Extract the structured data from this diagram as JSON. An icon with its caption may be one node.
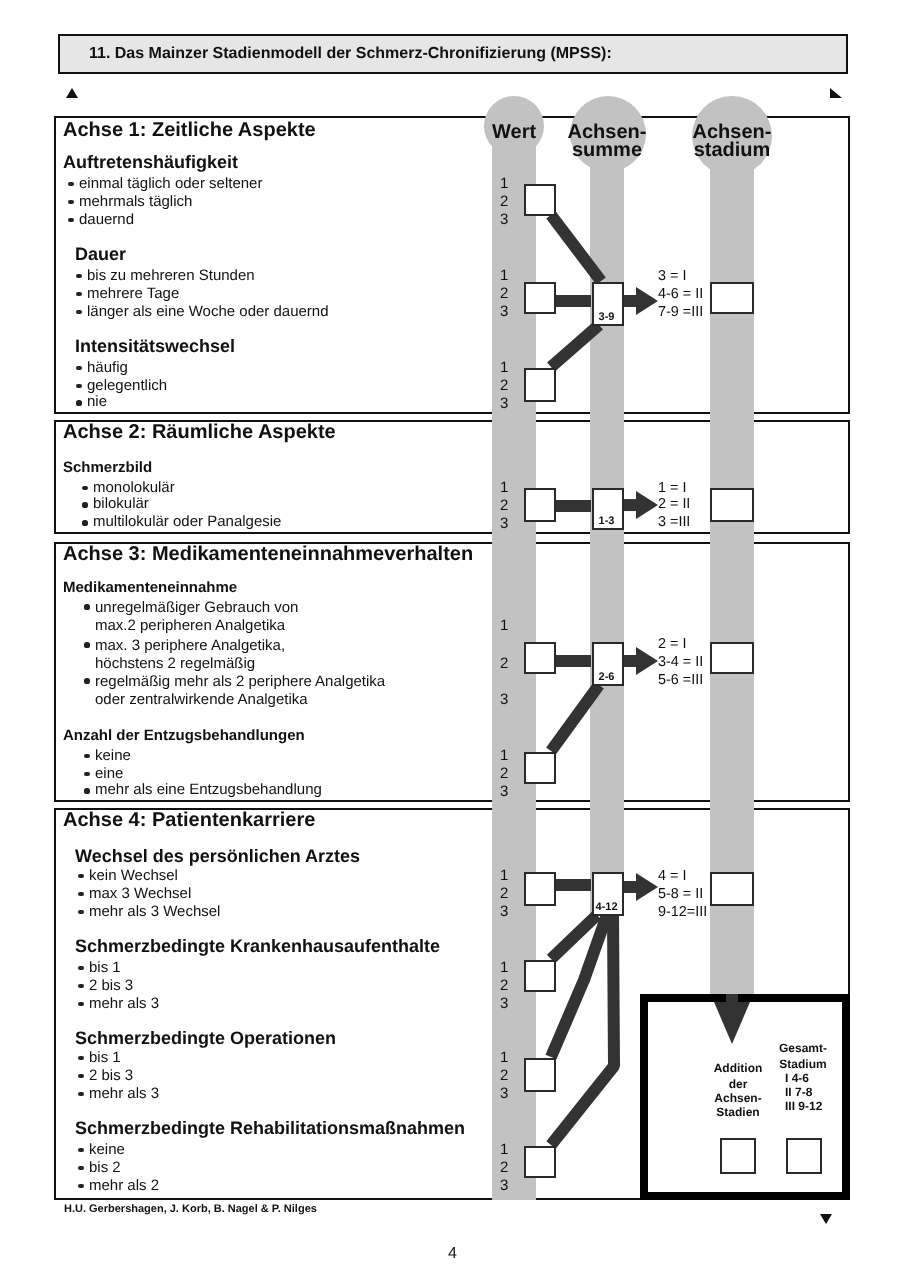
{
  "diagram": {
    "title": "11. Das Mainzer Stadienmodell der Schmerz-Chronifizierung (MPSS):",
    "nodes": [
      {
        "text": [
          "Wert"
        ]
      },
      {
        "text": [
          "Achsen- summe"
        ]
      },
      {
        "text": [
          "Achsen- stadium"
        ]
      },
      {
        "text": [
          "Achse 1: Zeitliche Aspekte",
          "Auftretenshäufigkeit",
          "einmal täglich oder seltener",
          "mehrmals täglich",
          "dauernd",
          "Dauer",
          "bis zu mehreren Stunden",
          "mehrere Tage",
          "länger als eine Woche oder dauernd",
          "Intensitätswechsel",
          "häufig",
          "gelegentlich",
          "nie"
        ]
      },
      {
        "text": [],
        "shape": "box",
        "in": 3
      },
      {
        "text": [],
        "shape": "box",
        "in": 3
      },
      {
        "text": [
          "3-9"
        ],
        "in": 3
      },
      {
        "text": [],
        "shape": "box",
        "beside": [
          "3 = I",
          "4-6 = II",
          "7-9 =III"
        ]
      },
      {
        "text": [],
        "shape": "box",
        "in": 3
      },
      {
        "text": [
          "Achse 2: Räumliche Aspekte",
          "Schmerzbild",
          "monolokulär",
          "bilokulär",
          "multilokulär oder Panalgesie"
        ]
      },
      {
        "text": [],
        "shape": "box",
        "in": 9
      },
      {
        "text": [
          "1-3"
        ],
        "in": 9
      },
      {
        "text": [],
        "shape": "box",
        "beside": [
          "1 = I",
          "2 = II",
          "3 =III"
        ]
      },
      {
        "text": [
          "Achse 3: Medikamenteneinnahmeverhalten",
          "Medikamenteneinnahme",
          "unregelmäßiger Gebrauch von max.2 peripheren Analgetika",
          "max. 3 periphere Analgetika, höchstens 2 regelmäßig",
          "regelmäßig mehr als 2 periphere Analgetika oder zentralwirkende Analgetika",
          "Anzahl der Entzugsbehandlungen",
          "keine",
          "eine",
          "mehr als eine Entzugsbehandlung"
        ]
      },
      {
        "text": [],
        "shape": "box",
        "in": 13
      },
      {
        "text": [
          "2-6"
        ],
        "in": 13
      },
      {
        "text": [],
        "shape": "box",
        "beside": [
          "2 = I",
          "3-4 = II",
          "5-6 =III"
        ]
      },
      {
        "text": [],
        "shape": "box",
        "in": 13
      },
      {
        "text": [
          "Achse 4: Patientenkarriere",
          "Wechsel des persönlichen Arztes",
          "kein Wechsel",
          "max 3 Wechsel",
          "mehr als 3 Wechsel",
          "Schmerzbedingte Krankenhausaufenthalte",
          "bis 1",
          "2 bis 3",
          "mehr als 3",
          "Schmerzbedingte Operationen",
          "bis 1",
          "2 bis 3",
          "mehr als 3",
          "Schmerzbedingte Rehabilitationsmaßnahmen",
          "keine",
          "bis 2",
          "mehr als 2"
        ]
      },
      {
        "text": [],
        "shape": "box",
        "in": 18
      },
      {
        "text": [
          "4-12"
        ],
        "in": 18
      },
      {
        "text": [],
        "shape": "box",
        "beside": [
          "4 = I",
          "5-8 = II",
          "9-12=III"
        ]
      },
      {
        "text": [],
        "shape": "box",
        "in": 18
      },
      {
        "text": [],
        "shape": "box",
        "in": 18
      },
      {
        "text": [],
        "shape": "box",
        "in": 18
      },
      {
        "text": [
          "Addition der Achsen- Stadien",
          "Gesamt- Stadium",
          "I 4-6",
          "II 7-8",
          "III 9-12"
        ],
        "in": 18
      },
      {
        "text": [],
        "shape": "box",
        "in": 25
      },
      {
        "text": [],
        "shape": "box",
        "in": 25
      }
    ],
    "edges": [
      {
        "from": 4,
        "to": 6,
        "arrow": "none"
      },
      {
        "from": 5,
        "to": 6,
        "arrow": "none"
      },
      {
        "from": 8,
        "to": 6,
        "arrow": "none"
      },
      {
        "from": 6,
        "to": 7,
        "arrow": "to"
      },
      {
        "from": 10,
        "to": 11,
        "arrow": "none"
      },
      {
        "from": 11,
        "to": 12,
        "arrow": "to"
      },
      {
        "from": 14,
        "to": 15,
        "arrow": "none"
      },
      {
        "from": 17,
        "to": 15,
        "arrow": "none"
      },
      {
        "from": 15,
        "to": 16,
        "arrow": "to"
      },
      {
        "from": 19,
        "to": 20,
        "arrow": "none"
      },
      {
        "from": 22,
        "to": 20,
        "arrow": "none"
      },
      {
        "from": 23,
        "to": 20,
        "arrow": "none"
      },
      {
        "from": 24,
        "to": 20,
        "arrow": "none"
      },
      {
        "from": 20,
        "to": 21,
        "arrow": "to"
      },
      {
        "from": 2,
        "to": 25,
        "arrow": "to"
      }
    ],
    "labels": [
      "1",
      "2",
      "3",
      "1",
      "2",
      "3",
      "1",
      "2",
      "3",
      "1",
      "2",
      "3",
      "1",
      "2",
      "3",
      "1",
      "2",
      "3",
      "1",
      "2",
      "3",
      "1",
      "2",
      "3",
      "1",
      "2",
      "3",
      "1",
      "2",
      "3",
      "H.U. Gerbershagen, J. Korb, B. Nagel & P. Nilges",
      "4"
    ]
  }
}
